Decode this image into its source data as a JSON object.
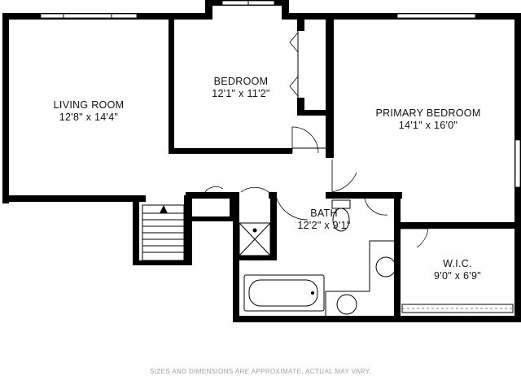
{
  "rooms": [
    {
      "id": "living-room",
      "name": "LIVING ROOM",
      "dims": "12'8\" x 14'4\""
    },
    {
      "id": "bedroom",
      "name": "BEDROOM",
      "dims": "12'1\" x 11'2\""
    },
    {
      "id": "primary-bedroom",
      "name": "PRIMARY BEDROOM",
      "dims": "14'1\" x 16'0\""
    },
    {
      "id": "bath",
      "name": "BATH",
      "dims": "12'2\" x 9'1\""
    },
    {
      "id": "wic",
      "name": "W.I.C.",
      "dims": "9'0\" x 6'9\""
    }
  ],
  "disclaimer": "SIZES AND DIMENSIONS ARE APPROXIMATE, ACTUAL MAY VARY.",
  "colors": {
    "wall": "#000000",
    "background": "#ffffff",
    "disclaimer": "#a0a0a0"
  }
}
